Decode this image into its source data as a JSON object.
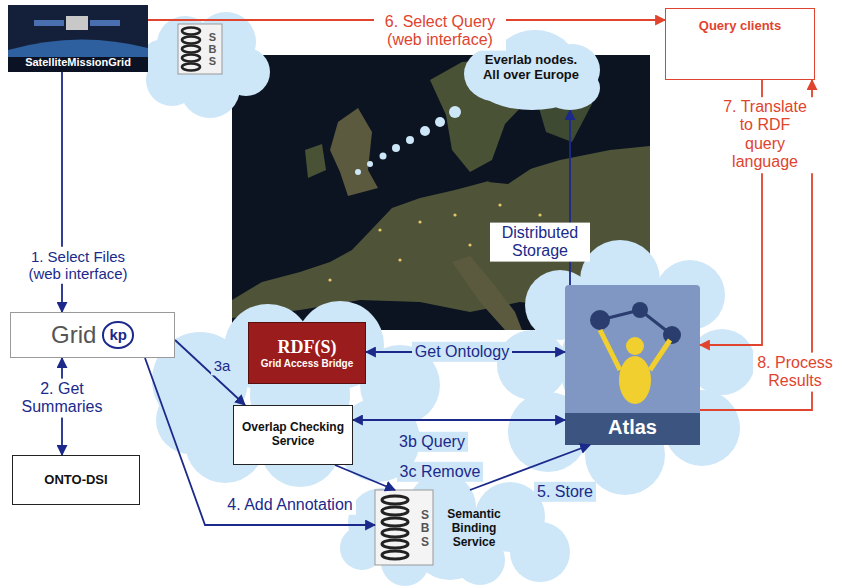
{
  "diagram": {
    "nodes": [
      {
        "text": [
          "SatelliteMissionGrid"
        ]
      },
      {
        "text": [
          "SBS"
        ]
      },
      {
        "text": [
          "Query clients"
        ]
      },
      {
        "text": [
          "Everlab nodes. All over Europe"
        ]
      },
      {
        "text": [
          "Grid",
          "kp"
        ]
      },
      {
        "text": [
          "ONTO-DSI"
        ]
      },
      {
        "text": [
          "RDF(S)",
          "Grid Access Bridge"
        ]
      },
      {
        "text": [
          "Overlap Checking Service"
        ]
      },
      {
        "text": [
          "Atlas"
        ]
      },
      {
        "text": [
          "SBS",
          "Semantic Binding Service"
        ]
      }
    ],
    "edges": [
      {
        "from": 0,
        "to": 4,
        "label": "1. Select Files (web interface)",
        "arrow": "to"
      },
      {
        "from": 4,
        "to": 5,
        "label": "2. Get Summaries",
        "arrow": "both"
      },
      {
        "from": 4,
        "to": 7,
        "label": "3a",
        "arrow": "to"
      },
      {
        "from": 7,
        "to": 8,
        "label": "3b Query",
        "arrow": "both"
      },
      {
        "from": 7,
        "to": 9,
        "label": "3c Remove",
        "arrow": "to"
      },
      {
        "from": 4,
        "to": 9,
        "label": "4. Add Annotation",
        "arrow": "to"
      },
      {
        "from": 9,
        "to": 8,
        "label": "5. Store",
        "arrow": "to"
      },
      {
        "from": 0,
        "to": 2,
        "label": "6. Select Query (web interface)",
        "arrow": "to"
      },
      {
        "from": 2,
        "to": 8,
        "label": "7. Translate to RDF query language",
        "arrow": "to"
      },
      {
        "from": 8,
        "to": 2,
        "label": "8. Process Results",
        "arrow": "to"
      },
      {
        "from": 6,
        "to": 8,
        "label": "Get Ontology",
        "arrow": "both"
      },
      {
        "from": 8,
        "to": 3,
        "label": "Distributed Storage",
        "arrow": "to"
      }
    ]
  }
}
